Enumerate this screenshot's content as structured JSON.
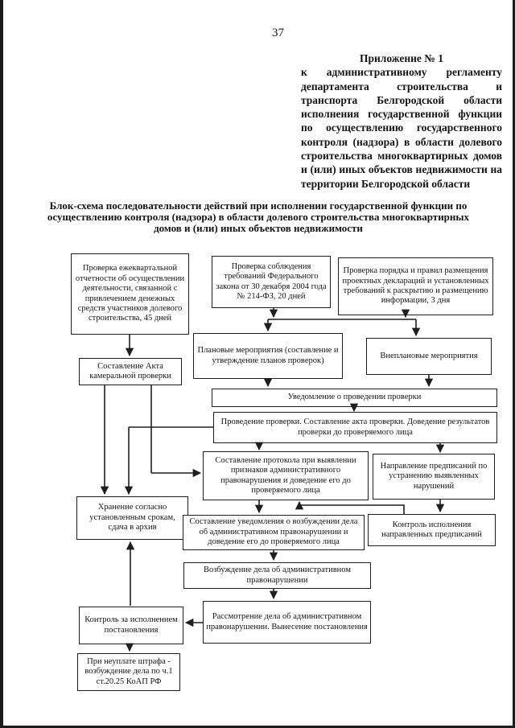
{
  "page": {
    "number": "37"
  },
  "appendix": {
    "title": "Приложение № 1",
    "body": "к административному регламенту департамента строительства и транспорта Белгородской области исполнения государственной функции по осуществлению государственного контроля (надзора) в области долевого строительства многоквартирных домов и (или) иных объектов недвижимости на территории Белгородской области"
  },
  "diagram": {
    "title": "Блок-схема последовательности действий при исполнении государственной функции по осуществлению контроля (надзора) в области долевого строительства многоквартирных домов и (или) иных объектов недвижимости",
    "nodes": [
      {
        "id": "quarterly-reporting-check",
        "text": "Проверка ежеквартальной отчетности об осуществлении деятельности, связанной с привлечением денежных средств участников долевого строительства, 45 дней"
      },
      {
        "id": "fz214-compliance-check",
        "text": "Проверка соблюдения требований Федерального закона от 30 декабря 2004 года № 214-ФЗ, 20 дней"
      },
      {
        "id": "disclosure-rules-check",
        "text": "Проверка порядка и правил размещения проектных деклараций и установленных требований к раскрытию и размещению информации, 3 дня"
      },
      {
        "id": "desk-audit-act",
        "text": "Составление Акта камеральной проверки"
      },
      {
        "id": "planned-activities",
        "text": "Плановые мероприятия (составление и утверждение планов проверок)"
      },
      {
        "id": "unplanned-activities",
        "text": "Внеплановые мероприятия"
      },
      {
        "id": "inspection-notice",
        "text": "Уведомление о проведении проверки"
      },
      {
        "id": "inspection-execution",
        "text": "Проведение проверки. Составление акта проверки. Доведение результатов проверки до проверяемого лица"
      },
      {
        "id": "protocol-drafting",
        "text": "Составление протокола при выявлении признаков административного правонарушения и доведение его до проверяемого лица"
      },
      {
        "id": "prescriptions-issue",
        "text": "Направление предписаний по устранению выявленных нарушений"
      },
      {
        "id": "archive-storage",
        "text": "Хранение согласно установленным срокам, сдача в архив"
      },
      {
        "id": "case-initiation-notice",
        "text": "Составление уведомления о возбуждении дела об административном правонарушении и доведение его до проверяемого лица"
      },
      {
        "id": "prescriptions-control",
        "text": "Контроль исполнения направленных предписаний"
      },
      {
        "id": "case-initiation",
        "text": "Возбуждение дела об административном правонарушении"
      },
      {
        "id": "resolution-enforcement-control",
        "text": "Контроль за исполнением постановления"
      },
      {
        "id": "case-consideration",
        "text": "Рассмотрение дела об административном правонарушении. Вынесение постановления"
      },
      {
        "id": "fine-nonpayment-case",
        "text": "При неуплате штрафа - возбуждение дела по ч.1 ст.20.25 КоАП РФ"
      }
    ],
    "edges": [
      {
        "from": "quarterly-reporting-check",
        "to": "desk-audit-act"
      },
      {
        "from": "fz214-compliance-check",
        "to": "planned-activities"
      },
      {
        "from": "disclosure-rules-check",
        "to": "unplanned-activities"
      },
      {
        "from": "planned-activities",
        "to": "inspection-notice"
      },
      {
        "from": "unplanned-activities",
        "to": "inspection-notice"
      },
      {
        "from": "inspection-notice",
        "to": "inspection-execution"
      },
      {
        "from": "inspection-execution",
        "to": "protocol-drafting"
      },
      {
        "from": "inspection-execution",
        "to": "prescriptions-issue"
      },
      {
        "from": "desk-audit-act",
        "to": "archive-storage"
      },
      {
        "from": "inspection-execution",
        "to": "archive-storage"
      },
      {
        "from": "desk-audit-act",
        "to": "protocol-drafting"
      },
      {
        "from": "protocol-drafting",
        "to": "case-initiation-notice"
      },
      {
        "from": "prescriptions-issue",
        "to": "prescriptions-control"
      },
      {
        "from": "prescriptions-control",
        "to": "protocol-drafting"
      },
      {
        "from": "case-initiation-notice",
        "to": "case-initiation"
      },
      {
        "from": "case-initiation",
        "to": "case-consideration"
      },
      {
        "from": "case-consideration",
        "to": "resolution-enforcement-control"
      },
      {
        "from": "resolution-enforcement-control",
        "to": "archive-storage"
      },
      {
        "from": "resolution-enforcement-control",
        "to": "fine-nonpayment-case"
      }
    ],
    "colors": {
      "ink": "#1f1f1f",
      "paper": "#ffffff"
    }
  }
}
